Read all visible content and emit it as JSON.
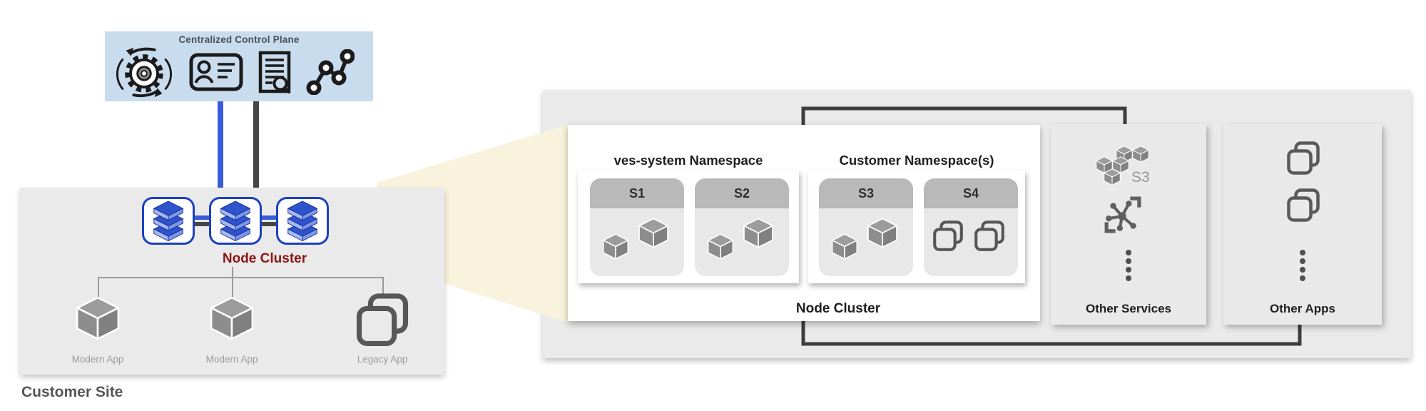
{
  "colors": {
    "control_plane_bg": "#C9DCEE",
    "accent_blue": "#3A5BD9",
    "node_border_blue": "#1B41C2",
    "dark_connector": "#3D3D3D",
    "node_cluster_red": "#8E1414",
    "beam": "#F9F2DC",
    "panel_gray": "#EAEAEA",
    "card_gray": "#E9E9E9",
    "service_header_gray": "#B9B9B9",
    "service_body_gray": "#E8E8E8"
  },
  "control_plane": {
    "title": "Centralized Control Plane",
    "icons": [
      "lifecycle-gear-icon",
      "identity-card-icon",
      "policy-document-icon",
      "metrics-graph-icon"
    ]
  },
  "customer_site": {
    "label": "Customer Site",
    "node_cluster_label": "Node Cluster",
    "node_count": 3,
    "apps": [
      {
        "label": "Modern App"
      },
      {
        "label": "Modern App"
      },
      {
        "label": "Legacy App"
      }
    ]
  },
  "expanded_view": {
    "node_cluster_label": "Node Cluster",
    "namespaces": [
      {
        "title": "ves-system Namespace",
        "services": [
          {
            "label": "S1"
          },
          {
            "label": "S2"
          }
        ]
      },
      {
        "title": "Customer Namespace(s)",
        "services": [
          {
            "label": "S3"
          },
          {
            "label": "S4"
          }
        ]
      }
    ],
    "other_services": {
      "label": "Other Services",
      "s3_badge": "S3"
    },
    "other_apps": {
      "label": "Other Apps"
    }
  }
}
